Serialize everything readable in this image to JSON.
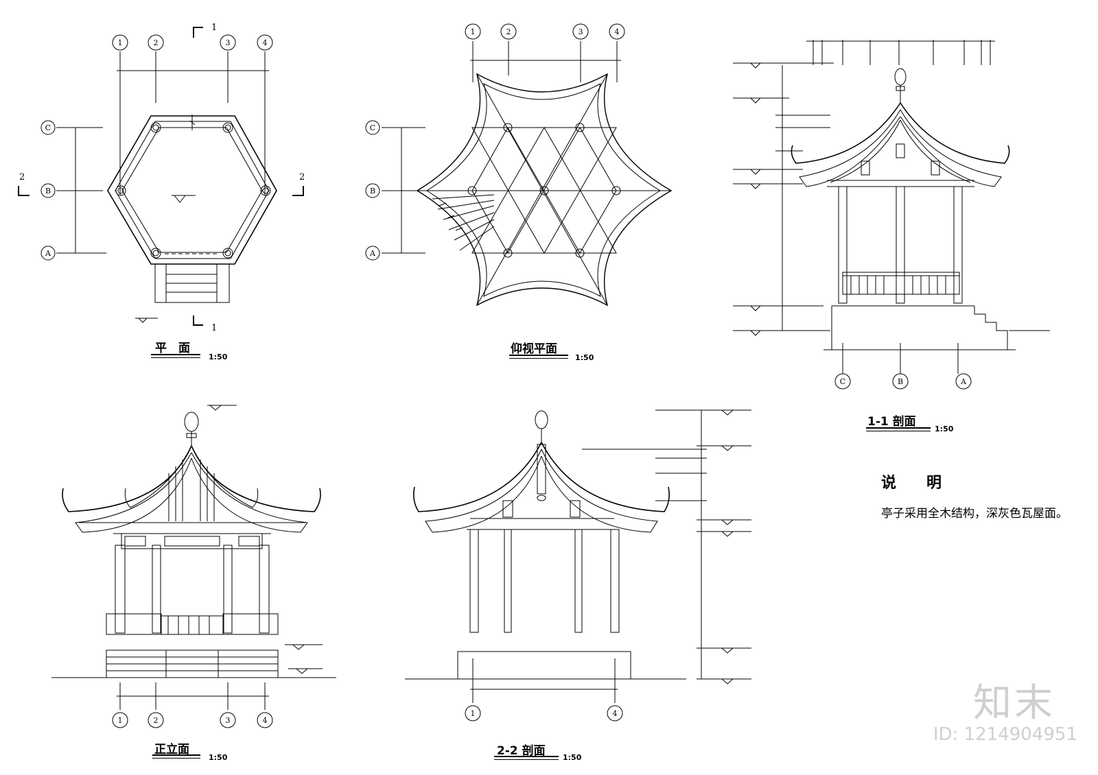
{
  "views": {
    "plan": {
      "title": "平　面",
      "scale": "1:50"
    },
    "ceiling": {
      "title": "仰视平面",
      "scale": "1:50"
    },
    "section11": {
      "title": "1-1 剖面",
      "scale": "1:50"
    },
    "front": {
      "title": "正立面",
      "scale": "1:50"
    },
    "section22": {
      "title": "2-2 剖面",
      "scale": "1:50"
    }
  },
  "grid": {
    "numbers": [
      "1",
      "2",
      "3",
      "4"
    ],
    "letters": [
      "C",
      "B",
      "A"
    ]
  },
  "section_marks": {
    "cut1": "1",
    "cut2": "2"
  },
  "notes": {
    "heading": "说　　明",
    "body": "亭子采用全木结构，深灰色瓦屋面。"
  },
  "watermark": {
    "logo": "知末",
    "id": "ID: 1214904951"
  }
}
